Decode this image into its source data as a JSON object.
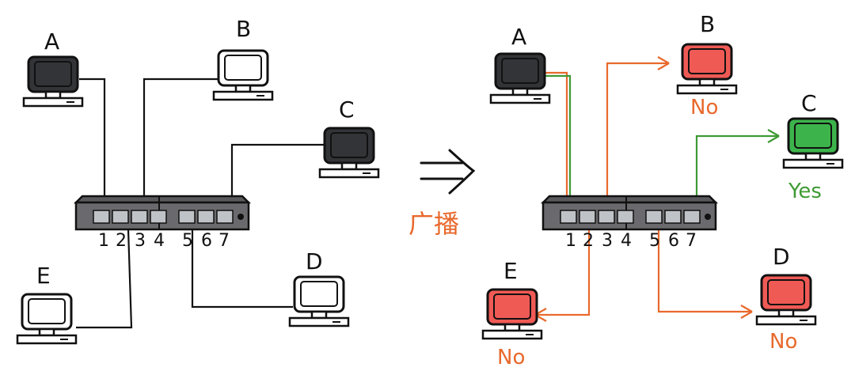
{
  "colors": {
    "dark_screen": "#333438",
    "light_screen": "#ffffff",
    "red_pc": "#f05a55",
    "green_pc": "#3cb44b",
    "orange_line": "#e8692c",
    "green_line": "#3f9a35",
    "black_line": "#111111"
  },
  "left": {
    "hosts": {
      "A": "A",
      "B": "B",
      "C": "C",
      "D": "D",
      "E": "E"
    },
    "ports": [
      "1",
      "2",
      "3",
      "4",
      "5",
      "6",
      "7"
    ]
  },
  "arrow": {
    "symbol": "⇒",
    "caption": "广播"
  },
  "right": {
    "hosts": {
      "A": "A",
      "B": "B",
      "C": "C",
      "D": "D",
      "E": "E"
    },
    "ports": [
      "1",
      "2",
      "3",
      "4",
      "5",
      "6",
      "7"
    ],
    "answers": {
      "B": "No",
      "C": "Yes",
      "D": "No",
      "E": "No"
    }
  }
}
